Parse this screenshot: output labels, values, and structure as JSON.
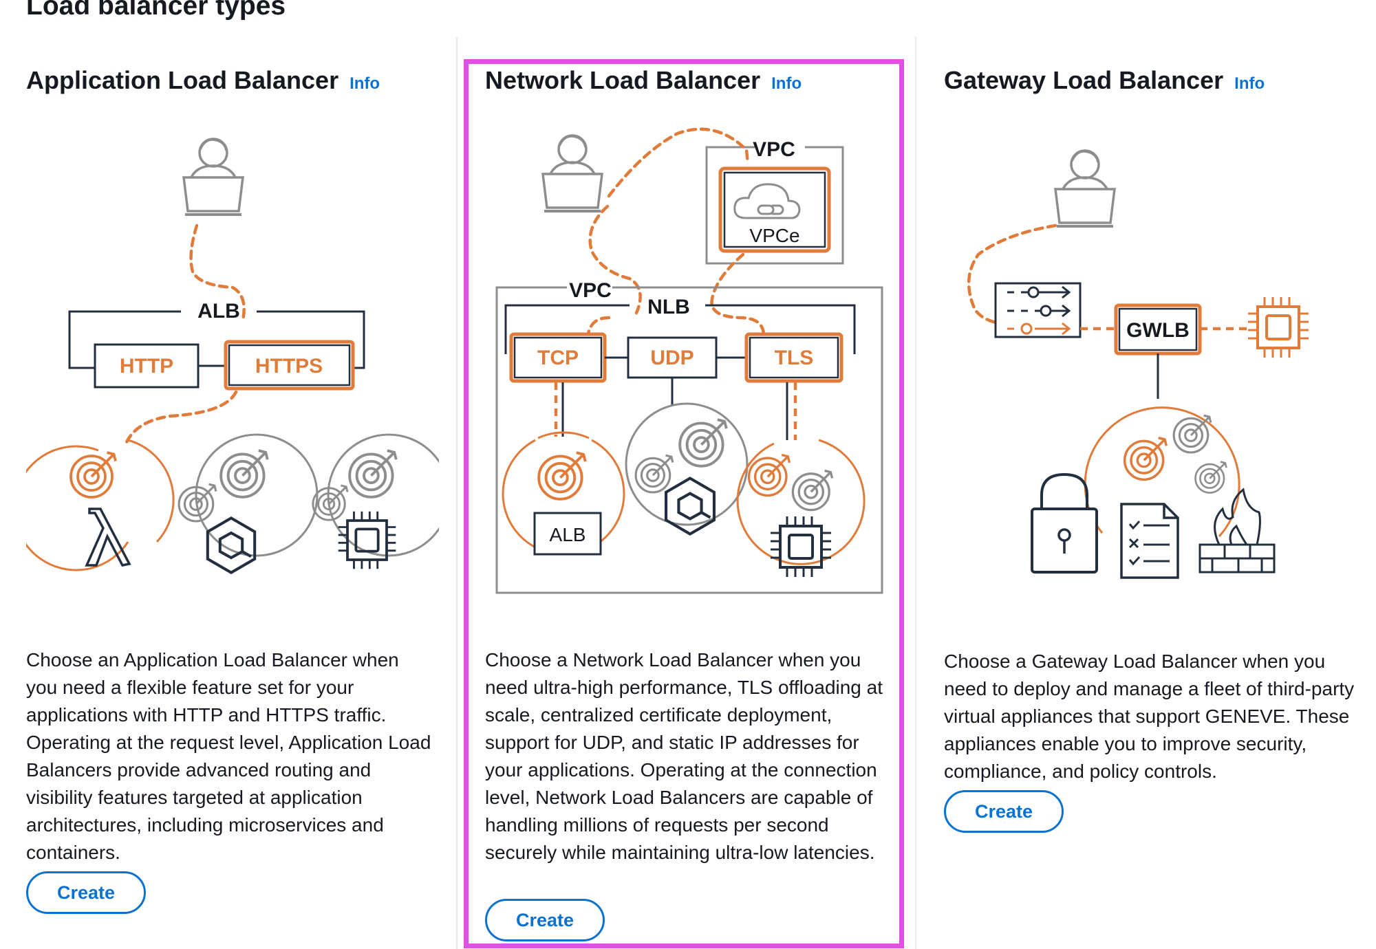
{
  "page": {
    "title": "Load balancer types"
  },
  "cards": [
    {
      "title": "Application Load Balancer",
      "info_label": "Info",
      "description": "Choose an Application Load Balancer when you need a flexible feature set for your applications with HTTP and HTTPS traffic. Operating at the request level, Application Load Balancers provide advanced routing and visibility features targeted at application architectures, including microservices and containers.",
      "create_label": "Create",
      "diagram": {
        "group_label": "ALB",
        "listeners": [
          "HTTP",
          "HTTPS"
        ]
      }
    },
    {
      "title": "Network Load Balancer",
      "info_label": "Info",
      "description": "Choose a Network Load Balancer when you need ultra-high performance, TLS offloading at scale, centralized certificate deployment, support for UDP, and static IP addresses for your applications. Operating at the connection level, Network Load Balancers are capable of handling millions of requests per second securely while maintaining ultra-low latencies.",
      "create_label": "Create",
      "selected": true,
      "diagram": {
        "outer_vpc_label": "VPC",
        "endpoint_vpc_label": "VPC",
        "endpoint_label": "VPCe",
        "group_label": "NLB",
        "listeners": [
          "TCP",
          "UDP",
          "TLS"
        ],
        "target_label": "ALB"
      }
    },
    {
      "title": "Gateway Load Balancer",
      "info_label": "Info",
      "description": "Choose a Gateway Load Balancer when you need to deploy and manage a fleet of third-party virtual appliances that support GENEVE. These appliances enable you to improve security, compliance, and policy controls.",
      "create_label": "Create",
      "diagram": {
        "gateway_label": "GWLB"
      }
    }
  ],
  "colors": {
    "accent": "#e07b39",
    "selection": "#e54ee5",
    "link": "#0972d3",
    "text": "#16191f"
  }
}
